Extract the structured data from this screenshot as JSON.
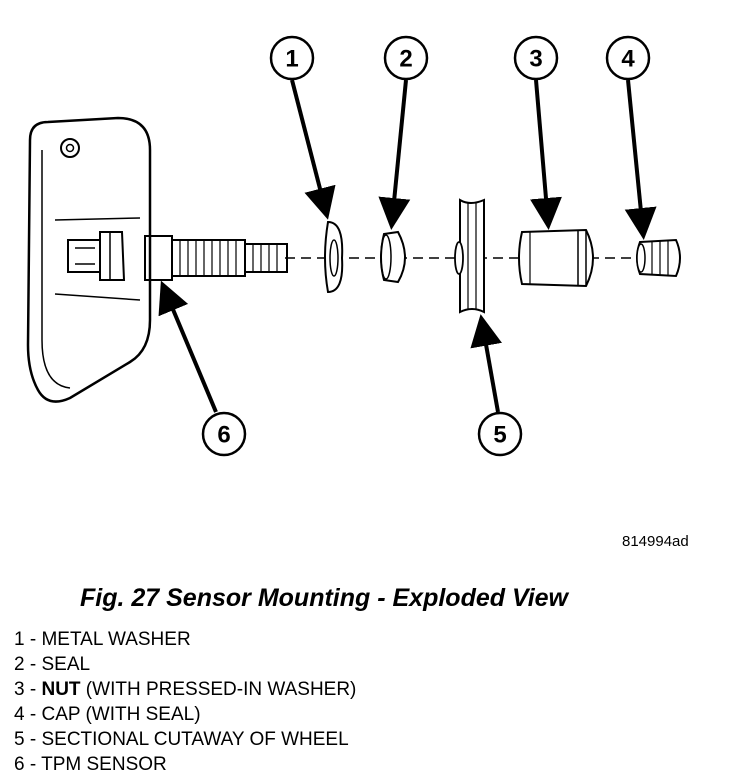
{
  "figure": {
    "id": "814994ad",
    "title": "Fig. 27 Sensor Mounting - Exploded View"
  },
  "callouts": [
    "1",
    "2",
    "3",
    "4",
    "5",
    "6"
  ],
  "legend": [
    {
      "num": "1",
      "sep": " - ",
      "bold": "",
      "text": "METAL WASHER"
    },
    {
      "num": "2",
      "sep": " - ",
      "bold": "",
      "text": "SEAL"
    },
    {
      "num": "3",
      "sep": " - ",
      "bold": "NUT",
      "text": " (WITH PRESSED-IN WASHER)"
    },
    {
      "num": "4",
      "sep": " - ",
      "bold": "",
      "text": "CAP (WITH SEAL)"
    },
    {
      "num": "5",
      "sep": " - ",
      "bold": "",
      "text": "SECTIONAL CUTAWAY OF WHEEL"
    },
    {
      "num": "6",
      "sep": " - ",
      "bold": "",
      "text": "TPM SENSOR"
    }
  ]
}
